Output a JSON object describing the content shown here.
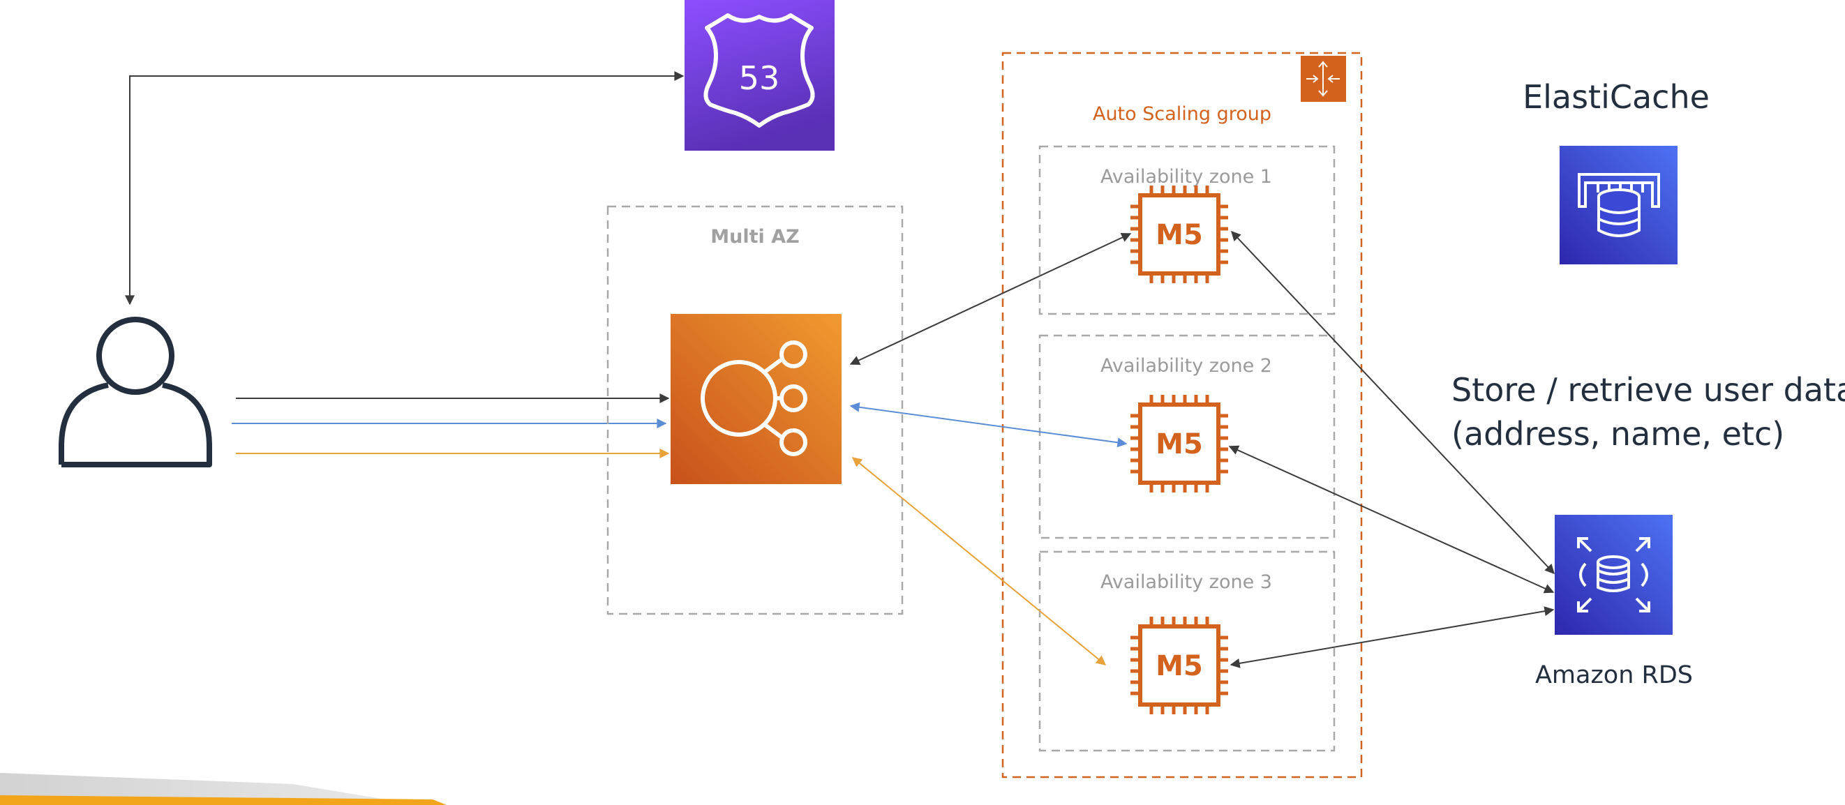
{
  "labels": {
    "multi_az": "Multi AZ",
    "auto_scaling_group": "Auto Scaling group",
    "az1": "Availability zone 1",
    "az2": "Availability zone 2",
    "az3": "Availability zone 3",
    "elasticache": "ElastiCache",
    "store_line1": "Store / retrieve user data",
    "store_line2": "(address, name, etc)",
    "amazon_rds": "Amazon RDS",
    "route53_number": "53",
    "instance_type": "M5"
  },
  "icons": {
    "route53": "route53-icon",
    "user": "user-icon",
    "load_balancer": "load-balancer-icon",
    "instances": "ec2-instance-icon",
    "auto_scaling": "auto-scaling-icon",
    "elasticache": "elasticache-icon",
    "rds": "rds-icon"
  },
  "colors": {
    "route53_top": "#8c4fff",
    "route53_bottom": "#5a30b5",
    "elb_top": "#f09a30",
    "elb_bottom": "#c8511b",
    "instance": "#d4621f",
    "database_top": "#4d72f3",
    "database_bottom": "#2e27ad",
    "arrow_dark": "#3b3b3b",
    "arrow_blue": "#5a8dd6",
    "arrow_orange": "#e8a23a",
    "dashed_gray": "#a8a8a8",
    "asg_border": "#d4621f"
  }
}
